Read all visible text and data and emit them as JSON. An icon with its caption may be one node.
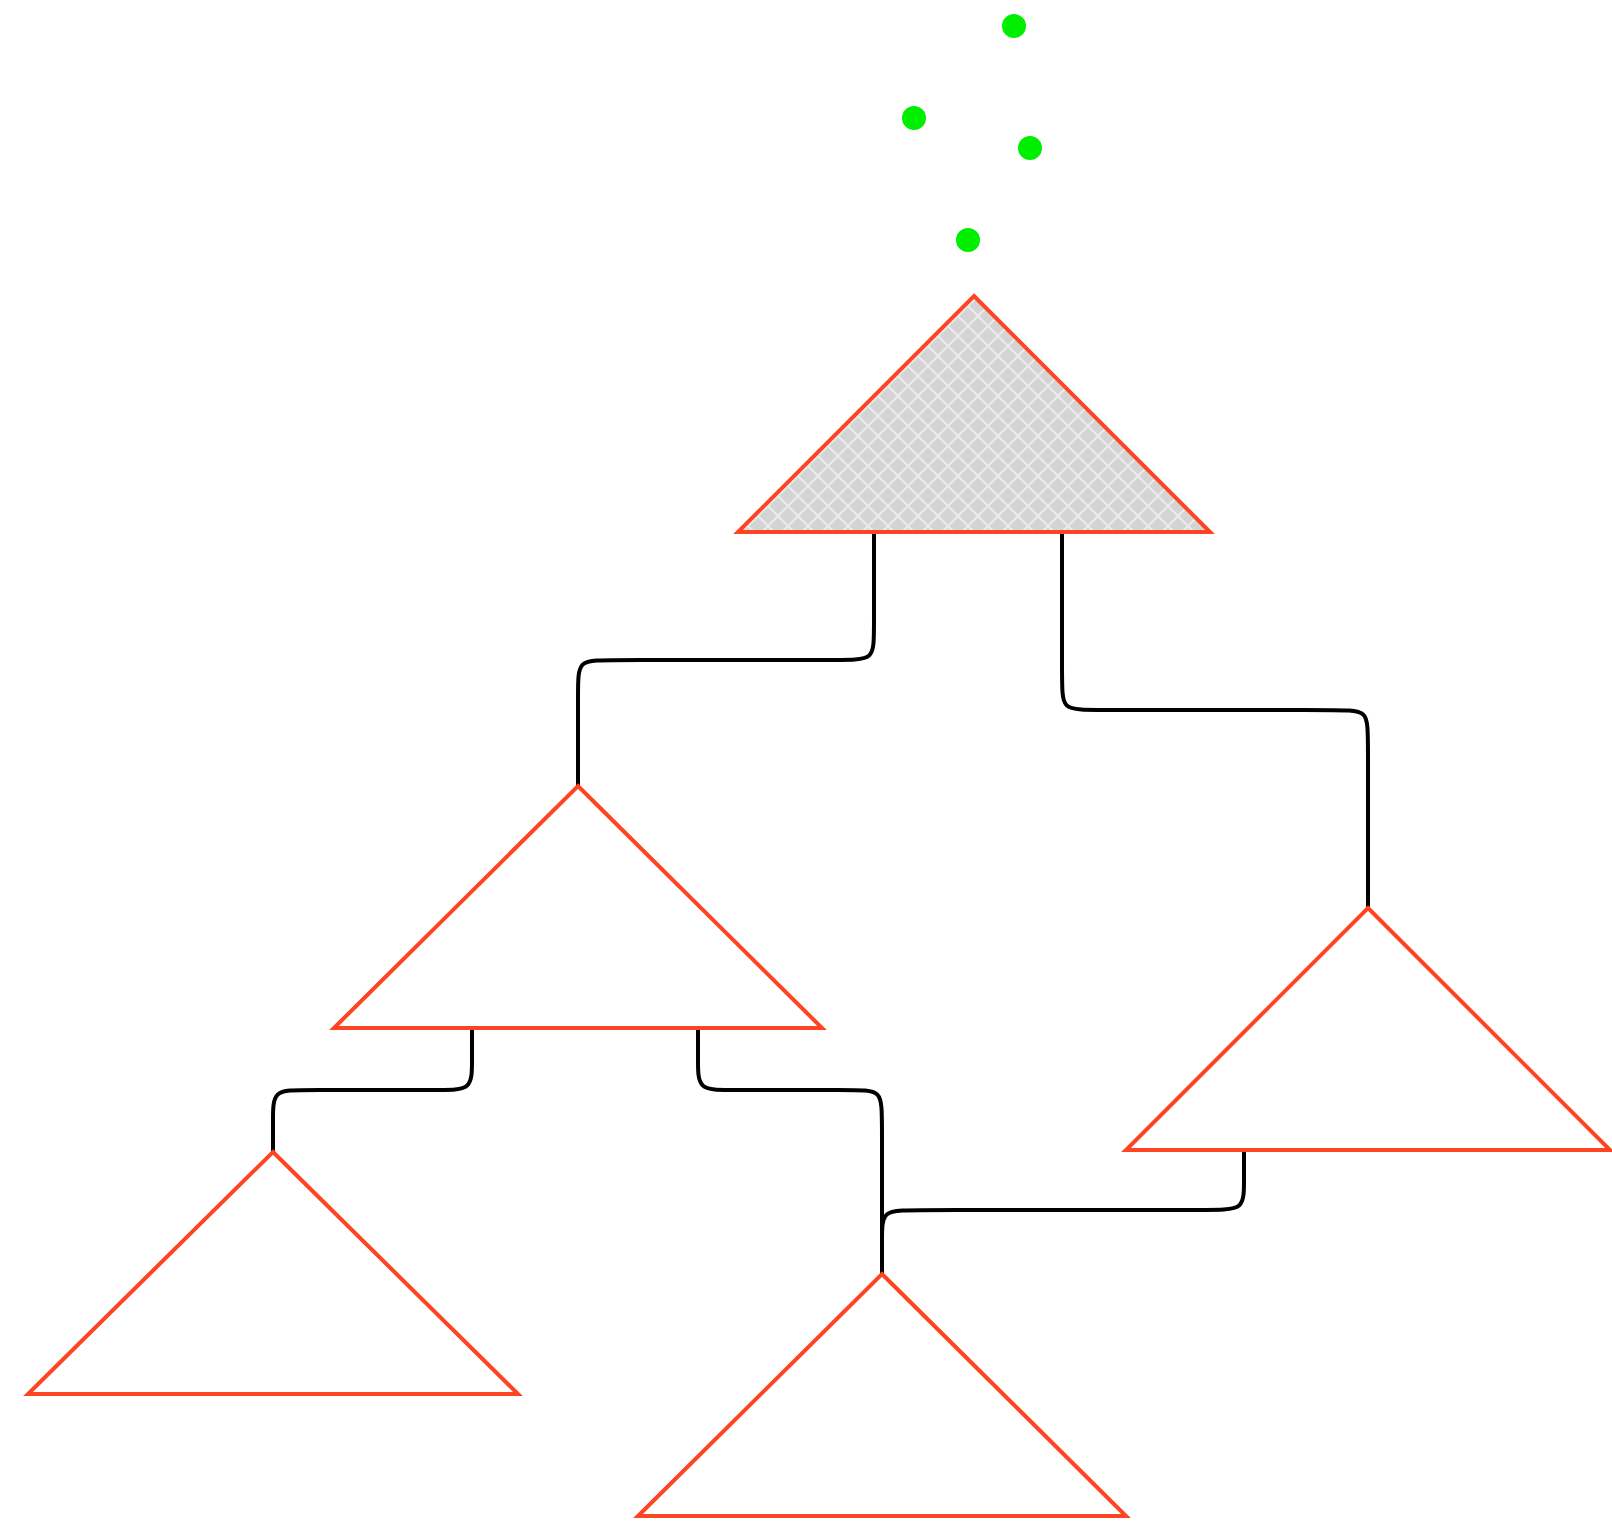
{
  "diagram": {
    "nodes": [
      {
        "text": [],
        "shape": "triangle"
      },
      {
        "text": [],
        "shape": "triangle"
      },
      {
        "text": [],
        "shape": "triangle"
      },
      {
        "text": [],
        "shape": "triangle"
      },
      {
        "text": [],
        "shape": "triangle"
      }
    ],
    "edges": [
      {
        "from": 0,
        "to": 1,
        "arrow": "none"
      },
      {
        "from": 0,
        "to": 2,
        "arrow": "none"
      },
      {
        "from": 1,
        "to": 3,
        "arrow": "none"
      },
      {
        "from": 1,
        "to": 4,
        "arrow": "none"
      },
      {
        "from": 2,
        "to": 4,
        "arrow": "none"
      }
    ]
  }
}
